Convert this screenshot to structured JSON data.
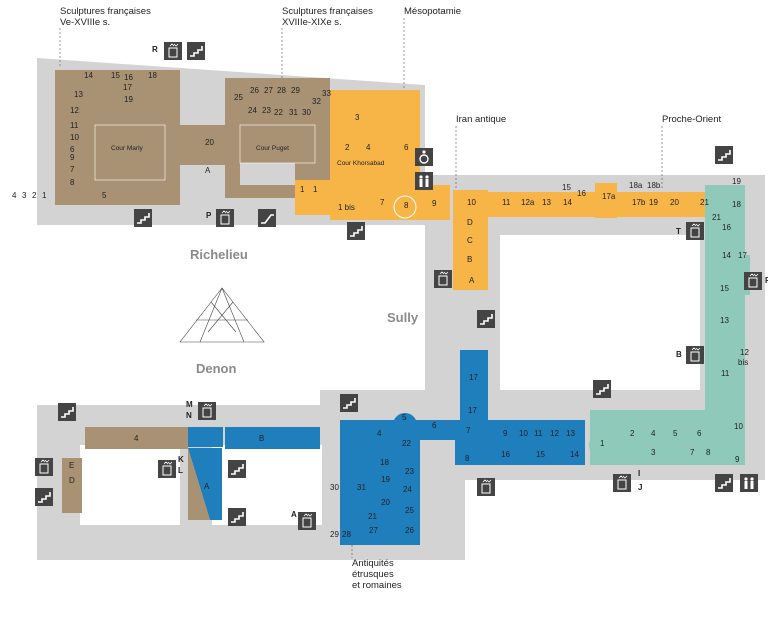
{
  "sections": {
    "sculptures_fr_1": [
      "Sculptures françaises",
      "Ve-XVIIIe s."
    ],
    "sculptures_fr_2": [
      "Sculptures françaises",
      "XVIIIe-XIXe s."
    ],
    "mesopotamie": "Mésopotamie",
    "iran": "Iran antique",
    "proche_orient": "Proche-Orient",
    "antiquites": [
      "Antiquités",
      "étrusques",
      "et romaines"
    ]
  },
  "wings": {
    "richelieu": "Richelieu",
    "sully": "Sully",
    "denon": "Denon"
  },
  "courts": {
    "marly": "Cour Marly",
    "puget": "Cour Puget",
    "khorsabad": "Cour Khorsabad"
  },
  "colors": {
    "bg": "#d3d3d3",
    "tan": "#a99274",
    "orange": "#f7b548",
    "blue": "#1f7fbd",
    "teal": "#8ec9b9",
    "icon": "#444444"
  },
  "rooms": {
    "sculptures_richelieu": [
      "1",
      "2",
      "3",
      "4",
      "5",
      "6",
      "7",
      "8",
      "9",
      "10",
      "11",
      "12",
      "13",
      "14",
      "15",
      "16",
      "17",
      "18",
      "19",
      "20",
      "A",
      "22",
      "23",
      "24",
      "25",
      "26",
      "27",
      "28",
      "29",
      "30",
      "31",
      "32",
      "33"
    ],
    "mesopotamie": [
      "1",
      "1",
      "1 bis",
      "2",
      "3",
      "4",
      "6",
      "7",
      "8",
      "9"
    ],
    "iran": [
      "10",
      "D",
      "C",
      "B",
      "A"
    ],
    "proche_orient": [
      "11",
      "12a",
      "13",
      "14",
      "15",
      "16",
      "17a",
      "18a",
      "18b",
      "17b",
      "19",
      "20",
      "21"
    ],
    "sully_east": [
      "19",
      "18",
      "21",
      "16",
      "17",
      "14",
      "15",
      "13",
      "12",
      "bis",
      "11",
      "10",
      "9",
      "8",
      "7",
      "6",
      "5",
      "4",
      "3",
      "2",
      "1"
    ],
    "etrusques": [
      "17",
      "17",
      "7",
      "6",
      "5",
      "4",
      "8",
      "9",
      "10",
      "11",
      "12",
      "13",
      "14",
      "15",
      "16"
    ],
    "romaines": [
      "22",
      "23",
      "24",
      "25",
      "26",
      "27",
      "28",
      "29",
      "30",
      "31",
      "18",
      "19",
      "20",
      "21"
    ],
    "denon": [
      "4",
      "B",
      "A",
      "E",
      "D"
    ]
  },
  "letters": [
    "R",
    "P",
    "T",
    "B",
    "F",
    "M",
    "N",
    "K",
    "L",
    "A",
    "I",
    "J"
  ],
  "icons": [
    "elevator-icon",
    "stairs-icon",
    "escalator-icon",
    "restroom-icon",
    "accessibility-icon",
    "stairs-down-icon"
  ]
}
